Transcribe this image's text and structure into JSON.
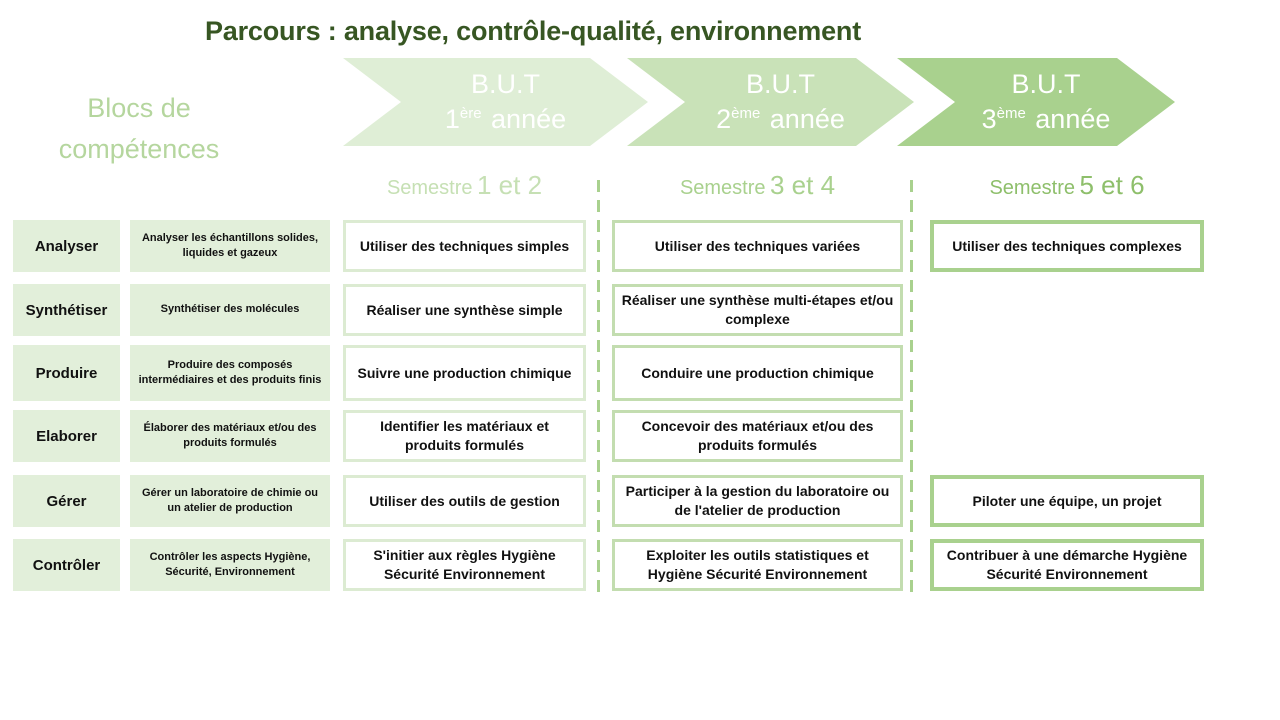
{
  "title": "Parcours : analyse, contrôle-qualité, environnement",
  "left_column_header": "Blocs de compétences",
  "year_arrows": [
    {
      "label": "B.U.T",
      "year_number": "1",
      "year_suffix": "ère",
      "year_word": "année"
    },
    {
      "label": "B.U.T",
      "year_number": "2",
      "year_suffix": "ème",
      "year_word": "année"
    },
    {
      "label": "B.U.T",
      "year_number": "3",
      "year_suffix": "ème",
      "year_word": "année"
    }
  ],
  "semester_headers": [
    {
      "prefix": "Semestre",
      "range": "1 et 2"
    },
    {
      "prefix": "Semestre",
      "range": "3 et 4"
    },
    {
      "prefix": "Semestre",
      "range": "5 et 6"
    }
  ],
  "competency_rows": [
    {
      "block": "Analyser",
      "description": "Analyser les échantillons solides, liquides et gazeux",
      "semester_1_2": "Utiliser des techniques simples",
      "semester_3_4": "Utiliser des techniques variées",
      "semester_5_6": "Utiliser des techniques complexes"
    },
    {
      "block": "Synthétiser",
      "description": "Synthétiser des molécules",
      "semester_1_2": "Réaliser une synthèse simple",
      "semester_3_4": "Réaliser une synthèse multi-étapes et/ou complexe",
      "semester_5_6": ""
    },
    {
      "block": "Produire",
      "description": "Produire des composés intermédiaires et des produits finis",
      "semester_1_2": "Suivre une production chimique",
      "semester_3_4": "Conduire une production chimique",
      "semester_5_6": ""
    },
    {
      "block": "Elaborer",
      "description": "Élaborer des matériaux et/ou des produits formulés",
      "semester_1_2": "Identifier les matériaux et produits formulés",
      "semester_3_4": "Concevoir des matériaux et/ou des produits formulés",
      "semester_5_6": ""
    },
    {
      "block": "Gérer",
      "description": "Gérer un laboratoire de chimie ou un atelier de production",
      "semester_1_2": "Utiliser des outils de gestion",
      "semester_3_4": "Participer à la gestion du laboratoire ou de l'atelier de production",
      "semester_5_6": "Piloter une équipe, un projet"
    },
    {
      "block": "Contrôler",
      "description": "Contrôler les aspects Hygiène, Sécurité, Environnement",
      "semester_1_2": "S'initier aux règles Hygiène Sécurité Environnement",
      "semester_3_4": "Exploiter les outils statistiques et Hygiène Sécurité Environnement",
      "semester_5_6": "Contribuer à une démarche Hygiène Sécurité Environnement"
    }
  ],
  "colors": {
    "title_text": "#375623",
    "left_header_text": "#b5d69e",
    "arrow_year1": "#dfeed6",
    "arrow_year2": "#c9e2b8",
    "arrow_year3": "#a9d18e",
    "semester12_text": "#c6e0b4",
    "semester34_text": "#a9d18e",
    "semester56_text": "#8ebf6b",
    "block_bg": "#e2efda",
    "border_s12": "#dcebd2",
    "border_s34": "#c3ddb0",
    "border_s56": "#a9d18e",
    "dashed_line": "#a9d18e"
  }
}
